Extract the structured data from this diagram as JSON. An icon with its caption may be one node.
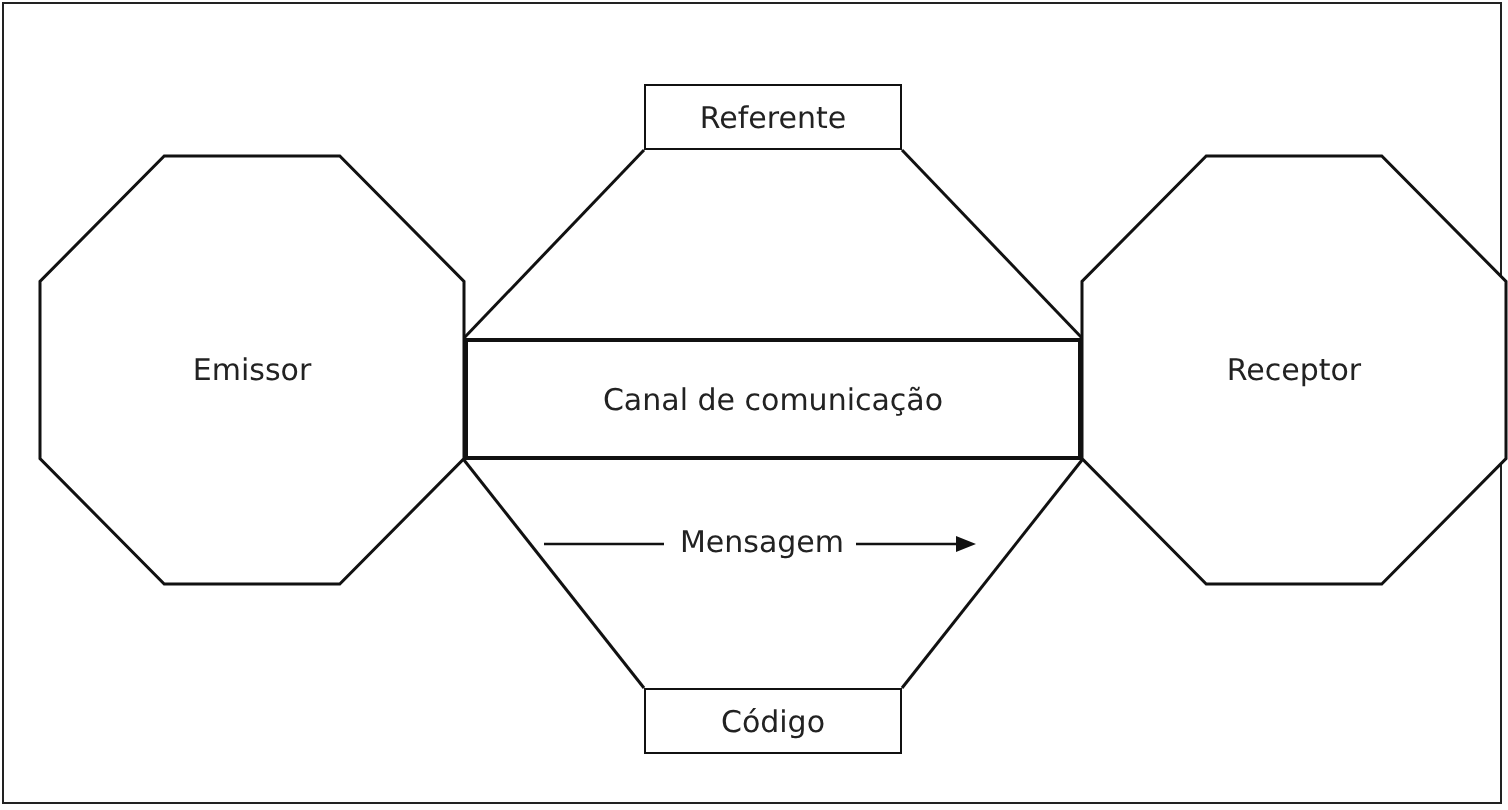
{
  "diagram": {
    "nodes": [
      {
        "text": [
          "Emissor"
        ]
      },
      {
        "text": [
          "Referente"
        ]
      },
      {
        "text": [
          "Canal de comunicação"
        ]
      },
      {
        "text": [
          "Receptor"
        ]
      },
      {
        "text": [
          "Código"
        ]
      }
    ],
    "edges": [
      {
        "from": 1,
        "to": 2,
        "arrow": "none"
      },
      {
        "from": 1,
        "to": 2,
        "arrow": "none"
      },
      {
        "from": 2,
        "to": 4,
        "arrow": "none"
      },
      {
        "from": 2,
        "to": 4,
        "arrow": "none"
      }
    ],
    "labels": [
      "Mensagem"
    ]
  }
}
